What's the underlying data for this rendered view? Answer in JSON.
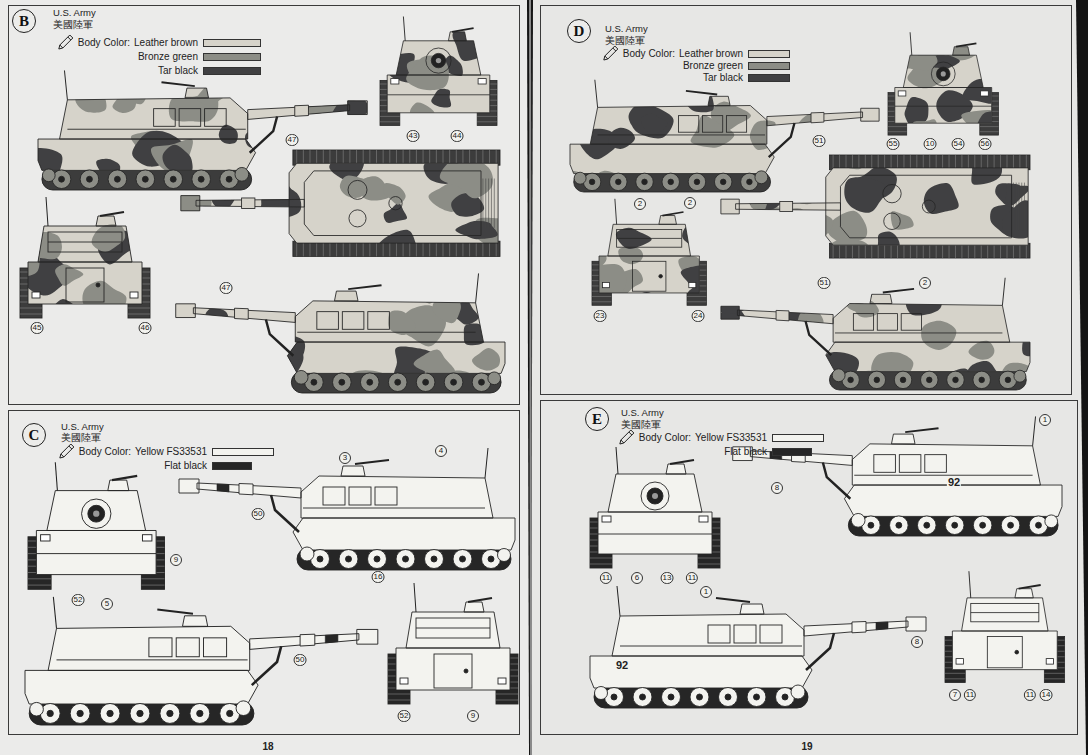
{
  "diagram": {
    "nodes": [
      {
        "text": [
          "U.S. Army",
          "美國陸軍"
        ]
      },
      {
        "text": [
          "B"
        ],
        "in": 0
      },
      {
        "text": [
          "U.S. Army",
          "美國陸軍"
        ]
      },
      {
        "text": [
          "C"
        ],
        "in": 2
      },
      {
        "text": [
          "U.S. Army",
          "美國陸軍"
        ]
      },
      {
        "text": [
          "D"
        ],
        "in": 4
      },
      {
        "text": [
          "U.S. Army",
          "美國陸軍"
        ]
      },
      {
        "text": [
          "E"
        ],
        "in": 6
      }
    ],
    "labels": [
      "Body Color:",
      "47",
      "43",
      "44",
      "45",
      "46",
      "47",
      "Body Color:",
      "3",
      "4",
      "50",
      "9",
      "16",
      "52",
      "5",
      "50",
      "52",
      "9",
      "Body Color:",
      "51",
      "55",
      "10",
      "54",
      "56",
      "2",
      "2",
      "23",
      "24",
      "51",
      "2",
      "Body Color:",
      "1",
      "92",
      "8",
      "11",
      "6",
      "13",
      "11",
      "1",
      "92",
      "8",
      "7",
      "11",
      "11",
      "14",
      "18",
      "19"
    ],
    "legend": [
      {
        "text": "Leather brown",
        "color": "#d6d3ca"
      },
      {
        "text": "Bronze green",
        "color": "#8c8d86"
      },
      {
        "text": "Tar black",
        "color": "#404042"
      },
      {
        "text": "Yellow FS33531",
        "color": "#f3f3ef"
      },
      {
        "text": "Flat black",
        "color": "#262626"
      },
      {
        "text": "Leather brown",
        "color": "#d6d3ca"
      },
      {
        "text": "Bronze green",
        "color": "#8c8d86"
      },
      {
        "text": "Tar black",
        "color": "#404042"
      },
      {
        "text": "Yellow FS33531",
        "color": "#f3f3ef"
      },
      {
        "text": "Flat black",
        "color": "#262626"
      }
    ]
  }
}
